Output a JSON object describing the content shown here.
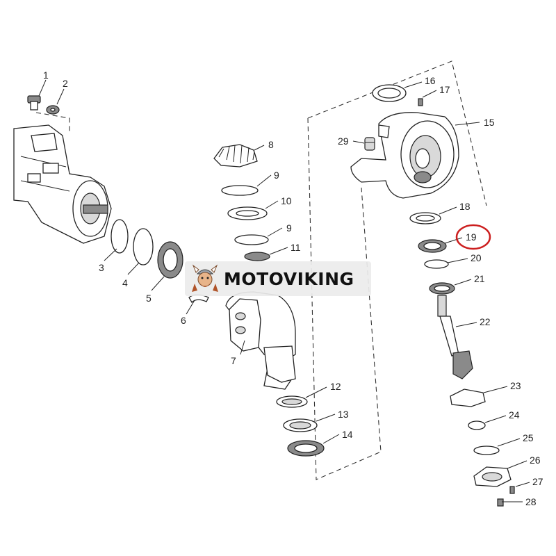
{
  "diagram": {
    "watermark_text": "MOTOVIKING",
    "highlight_color": "#cc1f1f",
    "highlighted_part": "19",
    "parts": [
      {
        "num": "1"
      },
      {
        "num": "2"
      },
      {
        "num": "3"
      },
      {
        "num": "4"
      },
      {
        "num": "5"
      },
      {
        "num": "6"
      },
      {
        "num": "7"
      },
      {
        "num": "8"
      },
      {
        "num": "9"
      },
      {
        "num": "10"
      },
      {
        "num": "9"
      },
      {
        "num": "11"
      },
      {
        "num": "12"
      },
      {
        "num": "13"
      },
      {
        "num": "14"
      },
      {
        "num": "15"
      },
      {
        "num": "16"
      },
      {
        "num": "17"
      },
      {
        "num": "18"
      },
      {
        "num": "19"
      },
      {
        "num": "20"
      },
      {
        "num": "21"
      },
      {
        "num": "22"
      },
      {
        "num": "23"
      },
      {
        "num": "24"
      },
      {
        "num": "25"
      },
      {
        "num": "26"
      },
      {
        "num": "27"
      },
      {
        "num": "28"
      },
      {
        "num": "29"
      }
    ]
  }
}
